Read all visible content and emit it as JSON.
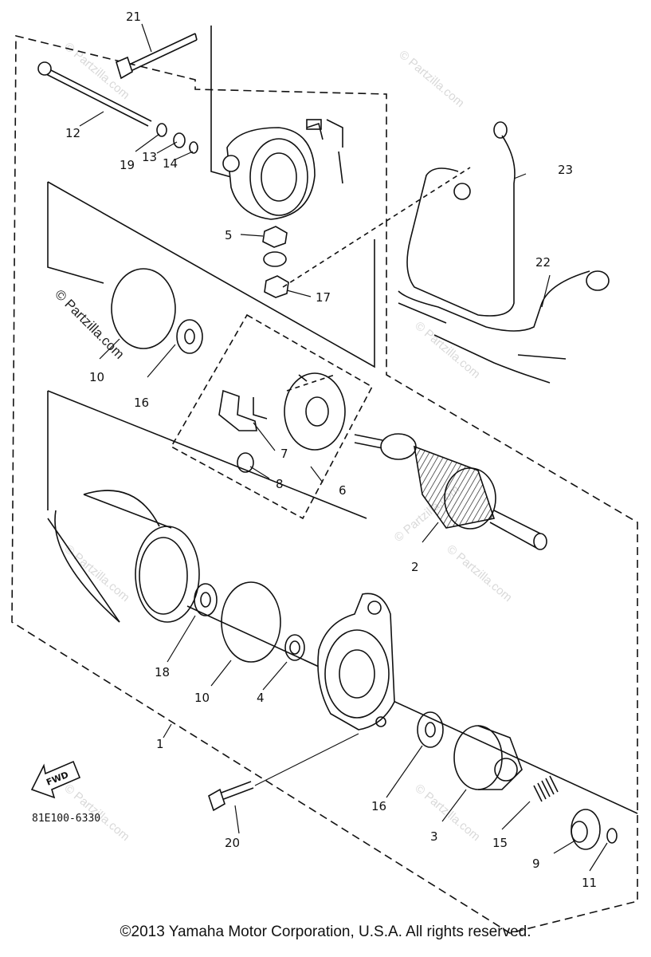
{
  "diagram": {
    "callouts": {
      "c1": "1",
      "c2": "2",
      "c3": "3",
      "c4": "4",
      "c5": "5",
      "c6": "6",
      "c7": "7",
      "c8": "8",
      "c9": "9",
      "c10a": "10",
      "c10b": "10",
      "c11": "11",
      "c12": "12",
      "c13": "13",
      "c14": "14",
      "c15": "15",
      "c16a": "16",
      "c16b": "16",
      "c17": "17",
      "c18": "18",
      "c19": "19",
      "c20": "20",
      "c21": "21",
      "c22": "22",
      "c23": "23"
    },
    "fwd_label": "FWD",
    "part_code": "81E100-6330",
    "watermark": "© Partzilla.com",
    "copyright": "©2013  Yamaha Motor Corporation, U.S.A. All rights reserved."
  }
}
